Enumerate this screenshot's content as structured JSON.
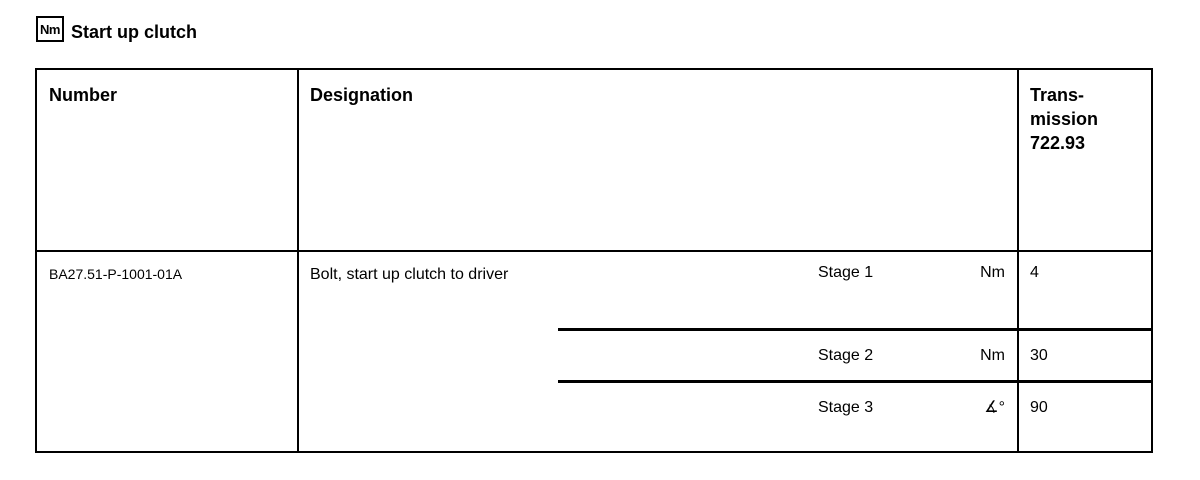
{
  "page": {
    "background_color": "#ffffff",
    "text_color": "#000000"
  },
  "header": {
    "icon_label": "Nm",
    "title": "Start up clutch"
  },
  "table": {
    "columns": {
      "number": "Number",
      "designation": "Designation",
      "transmission": "Trans-\nmission\n722.93"
    },
    "row": {
      "number": "BA27.51-P-1001-01A",
      "designation": "Bolt, start up clutch to driver",
      "stages": [
        {
          "label": "Stage 1",
          "unit": "Nm",
          "value": "4"
        },
        {
          "label": "Stage 2",
          "unit": "Nm",
          "value": "30"
        },
        {
          "label": "Stage 3",
          "unit": "∡°",
          "value": "90"
        }
      ]
    }
  }
}
